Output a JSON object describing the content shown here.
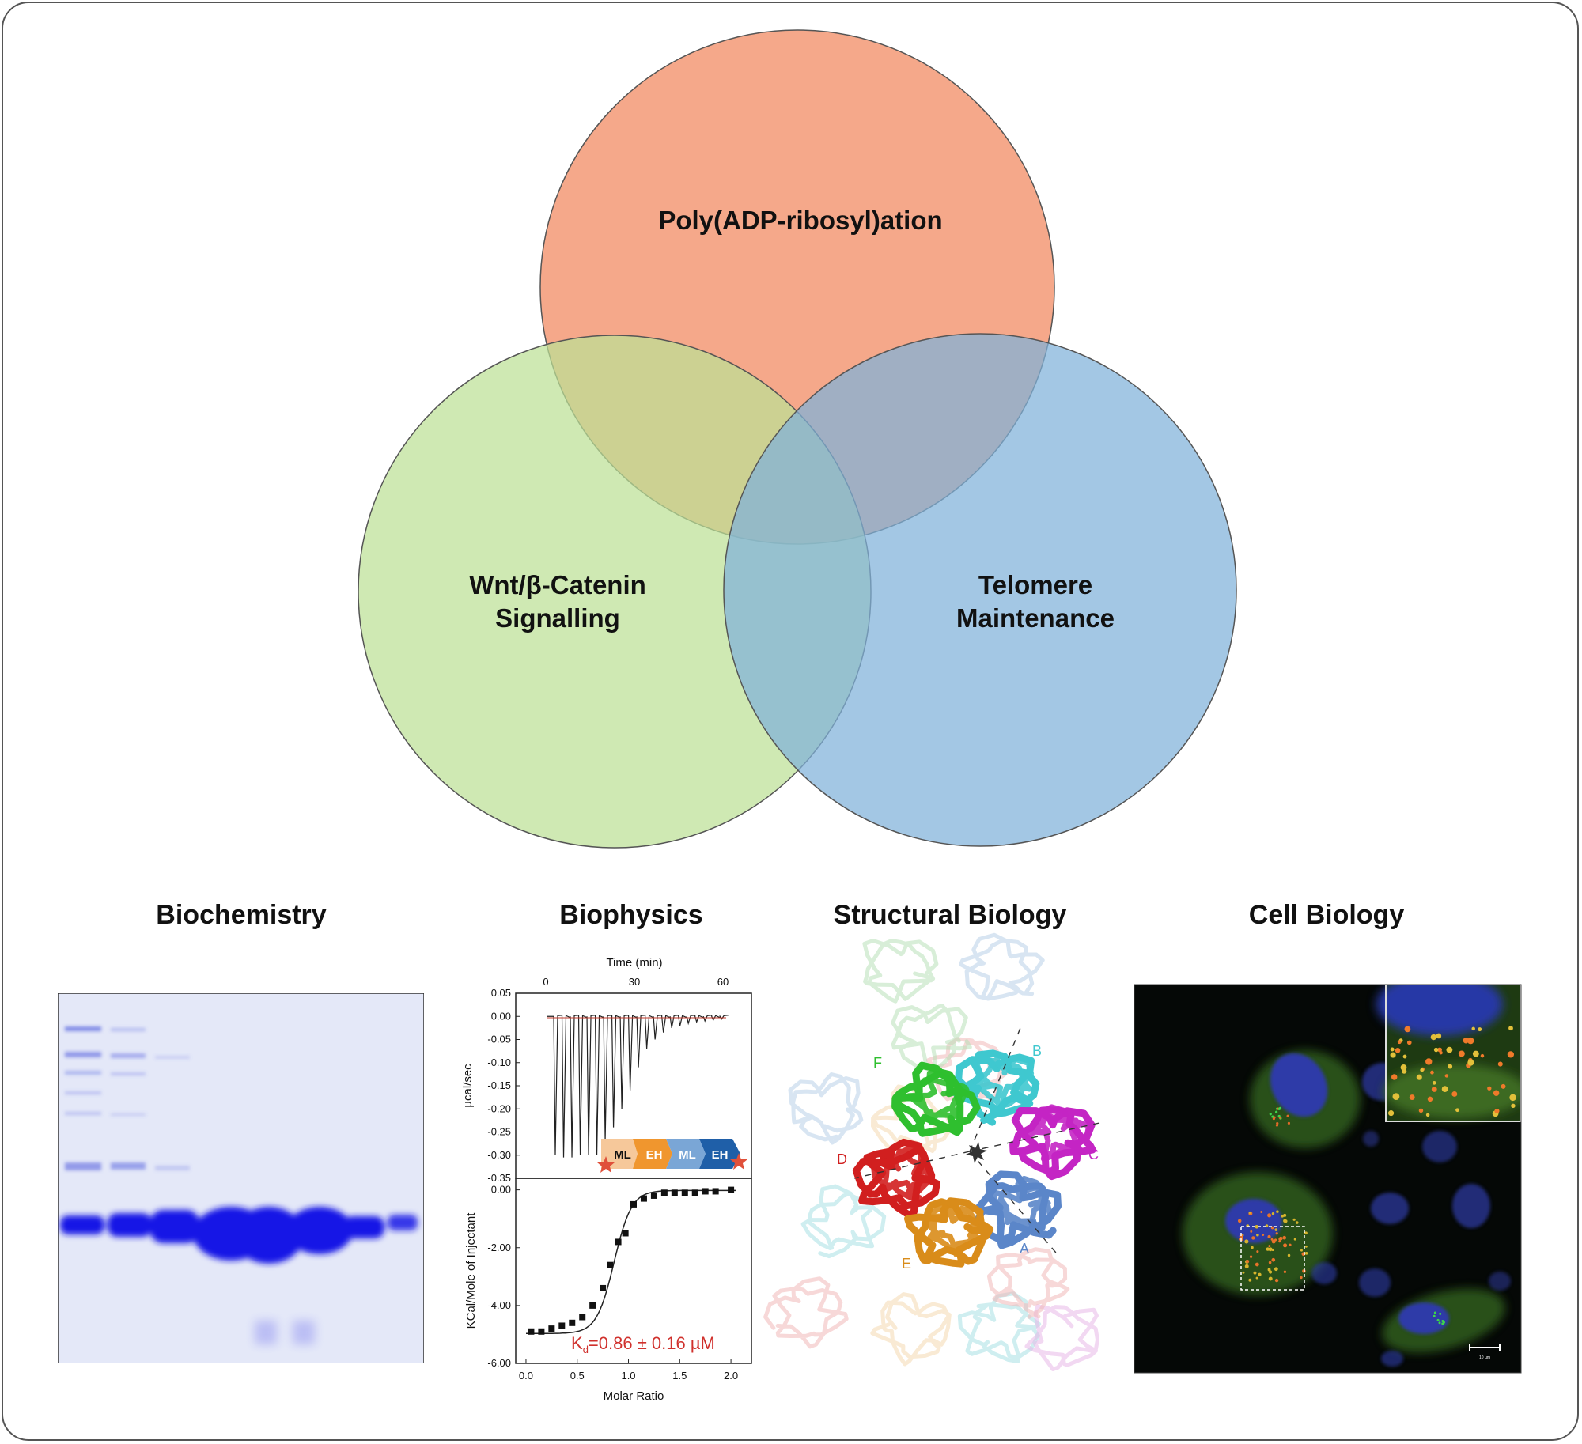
{
  "venn": {
    "top": {
      "label": "Poly(ADP-ribosyl)ation",
      "color": "#f4a384"
    },
    "left": {
      "label_line1": "Wnt/β-Catenin",
      "label_line2": "Signalling",
      "color": "#bde096"
    },
    "right": {
      "label_line1": "Telomere",
      "label_line2": "Maintenance",
      "color": "#7fb1da"
    }
  },
  "sections": {
    "biochemistry": "Biochemistry",
    "biophysics": "Biophysics",
    "structural": "Structural Biology",
    "cell": "Cell Biology"
  },
  "itc": {
    "top_axis_title": "Time (min)",
    "top_axis_ticks": [
      "0",
      "30",
      "60"
    ],
    "upper_ylabel": "µcal/sec",
    "upper_yticks": [
      "0.05",
      "0.00",
      "-0.05",
      "-0.10",
      "-0.15",
      "-0.20",
      "-0.25",
      "-0.30",
      "-0.35"
    ],
    "lower_ylabel": "KCal/Mole of Injectant",
    "lower_yticks": [
      "0.00",
      "-2.00",
      "-4.00",
      "-6.00"
    ],
    "xlabel": "Molar Ratio",
    "xticks": [
      "0.0",
      "0.5",
      "1.0",
      "1.5",
      "2.0"
    ],
    "kd_main": "K",
    "kd_sub": "d",
    "kd_value": "=0.86 ± 0.16 µM",
    "construct": [
      "ML",
      "EH",
      "ML",
      "EH"
    ],
    "construct_colors": [
      "#f6c89a",
      "#f0962e",
      "#7aa6d6",
      "#1f5fa8"
    ],
    "kd_color": "#d0312d",
    "chart_data": {
      "type": "scatter",
      "xlabel": "Molar Ratio",
      "ylabel": "KCal/Mole of Injectant",
      "xlim": [
        -0.1,
        2.2
      ],
      "ylim": [
        -6.0,
        0.4
      ],
      "x": [
        0.05,
        0.15,
        0.25,
        0.35,
        0.45,
        0.55,
        0.65,
        0.75,
        0.82,
        0.9,
        0.97,
        1.05,
        1.15,
        1.25,
        1.35,
        1.45,
        1.55,
        1.65,
        1.75,
        1.85,
        2.0
      ],
      "y": [
        -4.9,
        -4.9,
        -4.8,
        -4.7,
        -4.6,
        -4.4,
        -4.0,
        -3.4,
        -2.6,
        -1.8,
        -1.5,
        -0.5,
        -0.3,
        -0.2,
        -0.1,
        -0.1,
        -0.1,
        -0.1,
        -0.05,
        -0.05,
        0.0
      ]
    }
  },
  "structure": {
    "chain_labels": [
      "A",
      "B",
      "C",
      "D",
      "E",
      "F"
    ],
    "chain_colors": [
      "#5b86c9",
      "#3fc8cf",
      "#c425c4",
      "#d11f1f",
      "#d98c1a",
      "#2fbf2f"
    ]
  },
  "microscopy": {
    "scale_label": "10 µm"
  }
}
